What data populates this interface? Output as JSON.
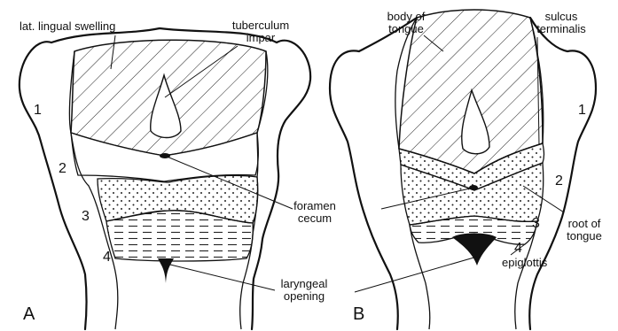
{
  "panels": [
    "A",
    "B"
  ],
  "arch_numbers": {
    "a": [
      "1",
      "2",
      "3",
      "4"
    ],
    "b": [
      "1",
      "2",
      "3",
      "4"
    ]
  },
  "labels": {
    "lat_lingual_swelling": "lat. lingual swelling",
    "tuberculum_impar_1": "tuberculum",
    "tuberculum_impar_2": "impar",
    "foramen_cecum_1": "foramen",
    "foramen_cecum_2": "cecum",
    "laryngeal_opening_1": "laryngeal",
    "laryngeal_opening_2": "opening",
    "body_of_tongue_1": "body of",
    "body_of_tongue_2": "tongue",
    "sulcus_terminalis_1": "sulcus",
    "sulcus_terminalis_2": "terminalis",
    "root_of_tongue_1": "root of",
    "root_of_tongue_2": "tongue",
    "epiglottis": "epiglottis"
  }
}
